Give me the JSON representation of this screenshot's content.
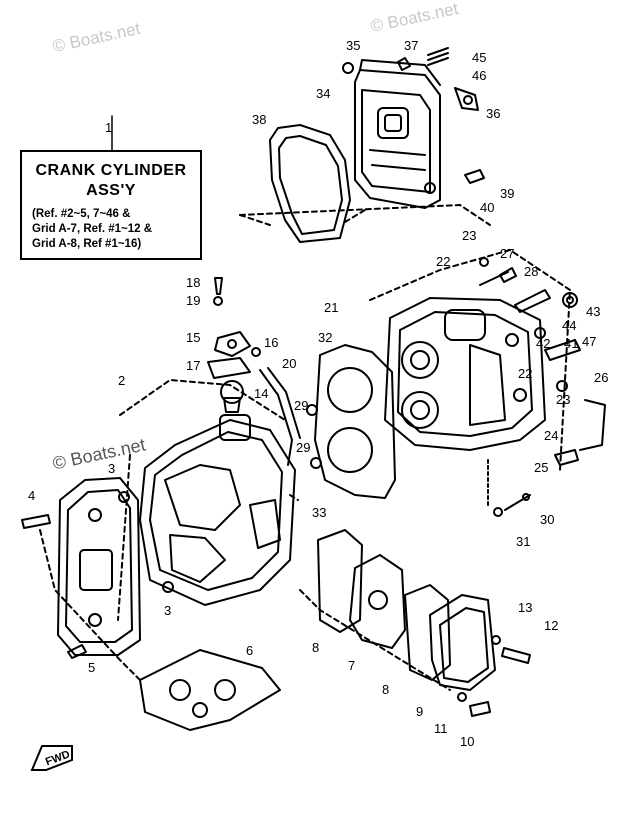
{
  "watermarks": [
    "© Boats.net",
    "© Boats.net",
    "© Boats.net"
  ],
  "title_box": {
    "line1": "CRANK CYLINDER",
    "line2": "ASS'Y",
    "ref_lines": [
      "(Ref. #2~5, 7~46 &",
      "Grid A-7, Ref. #1~12 &",
      "Grid A-8, Ref #1~16)"
    ]
  },
  "forward_marker": "FWD",
  "part_labels": [
    "1",
    "2",
    "3",
    "3",
    "4",
    "5",
    "6",
    "7",
    "8",
    "8",
    "9",
    "10",
    "11",
    "12",
    "13",
    "14",
    "15",
    "16",
    "17",
    "18",
    "19",
    "20",
    "21",
    "22",
    "22",
    "23",
    "23",
    "24",
    "25",
    "26",
    "27",
    "28",
    "29",
    "29",
    "30",
    "31",
    "32",
    "33",
    "34",
    "35",
    "36",
    "37",
    "38",
    "39",
    "40",
    "41",
    "42",
    "43",
    "44",
    "45",
    "46",
    "47"
  ]
}
